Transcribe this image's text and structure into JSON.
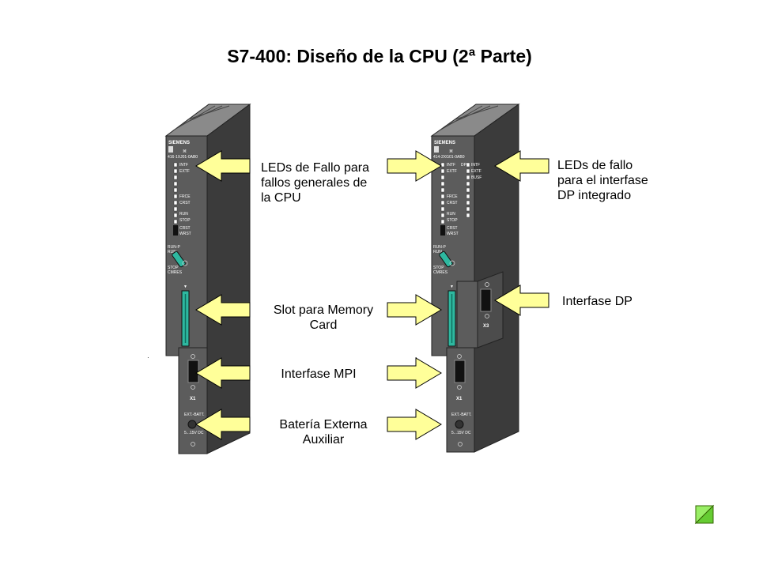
{
  "title": "S7-400: Diseño de la CPU (2ª Parte)",
  "labels": {
    "leds_cpu": [
      "LEDs de Fallo para",
      "fallos generales de",
      "la CPU"
    ],
    "leds_dp": [
      "LEDs de fallo",
      "para el interfase",
      "DP integrado"
    ],
    "memory_card": [
      "Slot para Memory",
      "Card"
    ],
    "interfase_dp": "Interfase DP",
    "interfase_mpi": "Interfase MPI",
    "bateria": [
      "Batería Externa",
      "Auxiliar"
    ]
  },
  "module_left": {
    "brand": "SIEMENS",
    "order_no": "416-1XJ01-0AB0",
    "leds": [
      "INTF",
      "EXTF",
      "FRCE",
      "CRST",
      "RUN",
      "STOP"
    ],
    "reset": [
      "CRST",
      "WRST"
    ],
    "mode": [
      "RUN-P",
      "RUN",
      "STOP",
      "CMRES"
    ],
    "port": "X1",
    "battery": [
      "EXT.-BATT.",
      "5...15V DC"
    ]
  },
  "module_right": {
    "brand": "SIEMENS",
    "order_no": "414-2XG01-0AB0",
    "leds": [
      "INTF",
      "EXTF",
      "FRCE",
      "CRST",
      "RUN",
      "STOP"
    ],
    "dp_leds": [
      "INTF",
      "EXTF",
      "BUSF"
    ],
    "dp_header": "DP",
    "reset": [
      "CRST",
      "WRST"
    ],
    "mode": [
      "RUN-P",
      "RUN",
      "STOP",
      "CMRES"
    ],
    "ports": [
      "X1",
      "X3"
    ],
    "battery": [
      "EXT.-BATT.",
      "5...15V DC"
    ]
  },
  "colors": {
    "module_front": "#5c5c5c",
    "module_side": "#3b3b3b",
    "module_top": "#8a8a8a",
    "arrow_fill": "#ffff99",
    "card_slot": "#2eb8a0",
    "corner_icon": "#66cc33"
  }
}
